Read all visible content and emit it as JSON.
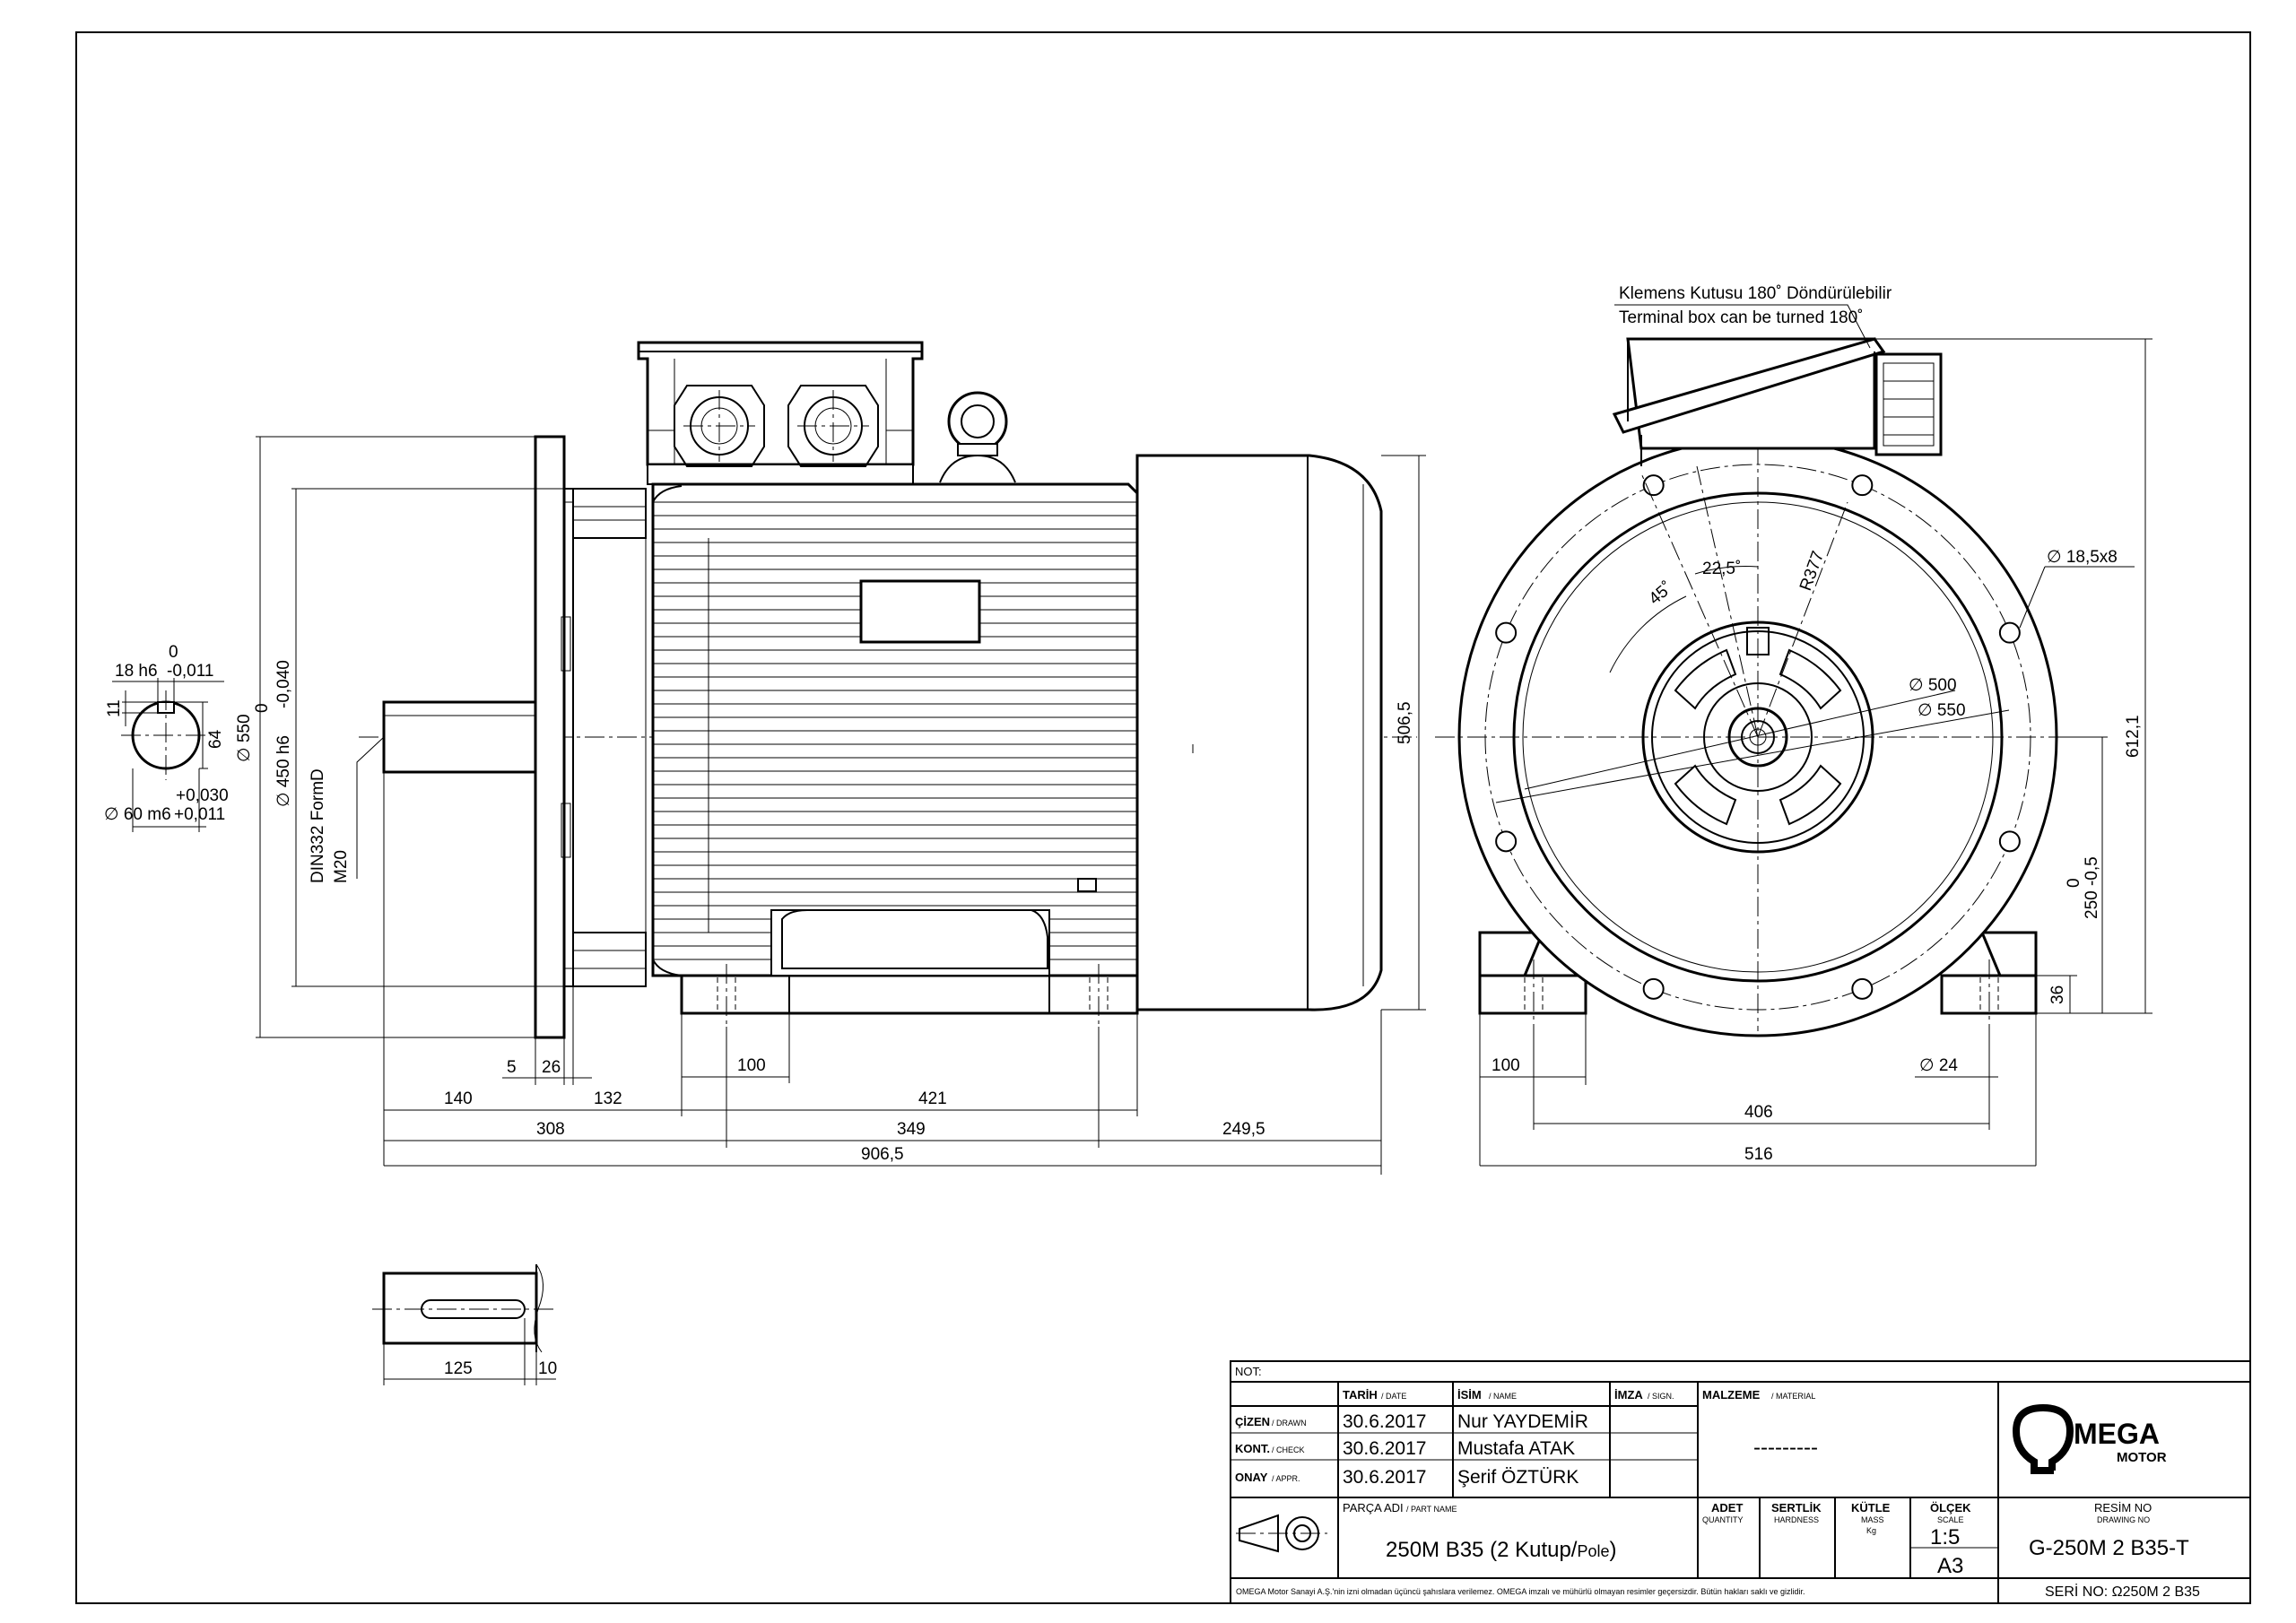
{
  "annotations": {
    "terminal_box_tr": "Klemens Kutusu 180˚ Döndürülebilir",
    "terminal_box_en": "Terminal box can be turned 180˚",
    "din_thread": "DIN332 FormD",
    "thread_size": "M20"
  },
  "shaft_section": {
    "key_width": "18 h6",
    "key_tol_upper": "0",
    "key_tol_lower": "-0,011",
    "key_depth": "11",
    "height": "64",
    "diameter": "∅ 60 m6",
    "dia_tol_upper": "+0,030",
    "dia_tol_lower": "+0,011"
  },
  "side_view": {
    "flange_dia": "∅ 550",
    "spigot": "∅ 450 h6",
    "spigot_tol_upper": "0",
    "spigot_tol_lower": "-0,040",
    "height_total": "506,5",
    "d5": "5",
    "d26": "26",
    "d140": "140",
    "d132": "132",
    "d100": "100",
    "d421": "421",
    "d308": "308",
    "d349": "349",
    "d249": "249,5",
    "d906": "906,5"
  },
  "front_view": {
    "angle45": "45˚",
    "angle22": "22,5˚",
    "radius": "R377",
    "holes": "∅ 18,5x8",
    "pcd": "∅ 500",
    "flange": "∅ 550",
    "height_total": "612,1",
    "shaft_height": "250 -0,5",
    "shaft_height_tol": "0",
    "foot_thickness": "36",
    "foot_width": "100",
    "foot_hole": "∅ 24",
    "foot_span": "406",
    "total_width": "516"
  },
  "shaft_detail": {
    "length": "125",
    "offset": "10"
  },
  "title_block": {
    "not": "NOT:",
    "tarih": "TARİH",
    "tarih_en": "/ DATE",
    "isim": "İSİM",
    "isim_en": "/ NAME",
    "imza": "İMZA",
    "imza_en": "/ SIGN.",
    "malzeme": "MALZEME",
    "malzeme_en": "/ MATERIAL",
    "material_value": "---------",
    "cizen": "ÇİZEN",
    "cizen_en": "/ DRAWN",
    "kont": "KONT.",
    "kont_en": "/ CHECK",
    "onay": "ONAY",
    "onay_en": "/ APPR.",
    "date1": "30.6.2017",
    "date2": "30.6.2017",
    "date3": "30.6.2017",
    "name1": "Nur YAYDEMİR",
    "name2": "Mustafa ATAK",
    "name3": "Şerif ÖZTÜRK",
    "parca": "PARÇA ADI",
    "parca_en": "/ PART NAME",
    "part_name": "250M B35 (2 Kutup/",
    "part_name_pole": "Pole",
    "part_name_end": ")",
    "adet": "ADET",
    "adet_en": "QUANTITY",
    "sertlik": "SERTLİK",
    "sertlik_en": "HARDNESS",
    "kutle": "KÜTLE",
    "kutle_en": "MASS",
    "kutle_unit": "Kg",
    "olcek": "ÖLÇEK",
    "olcek_en": "SCALE",
    "scale": "1:5",
    "paper": "A3",
    "resim_no": "RESİM NO",
    "resim_no_en": "DRAWING NO",
    "drawing_no": "G-250M 2 B35-T",
    "seri": "SERİ NO: Ω250M 2 B35",
    "logo_main": "MEGA",
    "logo_sub": "MOTOR",
    "footer": "OMEGA Motor Sanayi A.Ş.'nin izni olmadan üçüncü şahıslara verilemez. OMEGA imzalı ve mühürlü olmayan resimler geçersizdir. Bütün hakları saklı ve gizlidir."
  }
}
